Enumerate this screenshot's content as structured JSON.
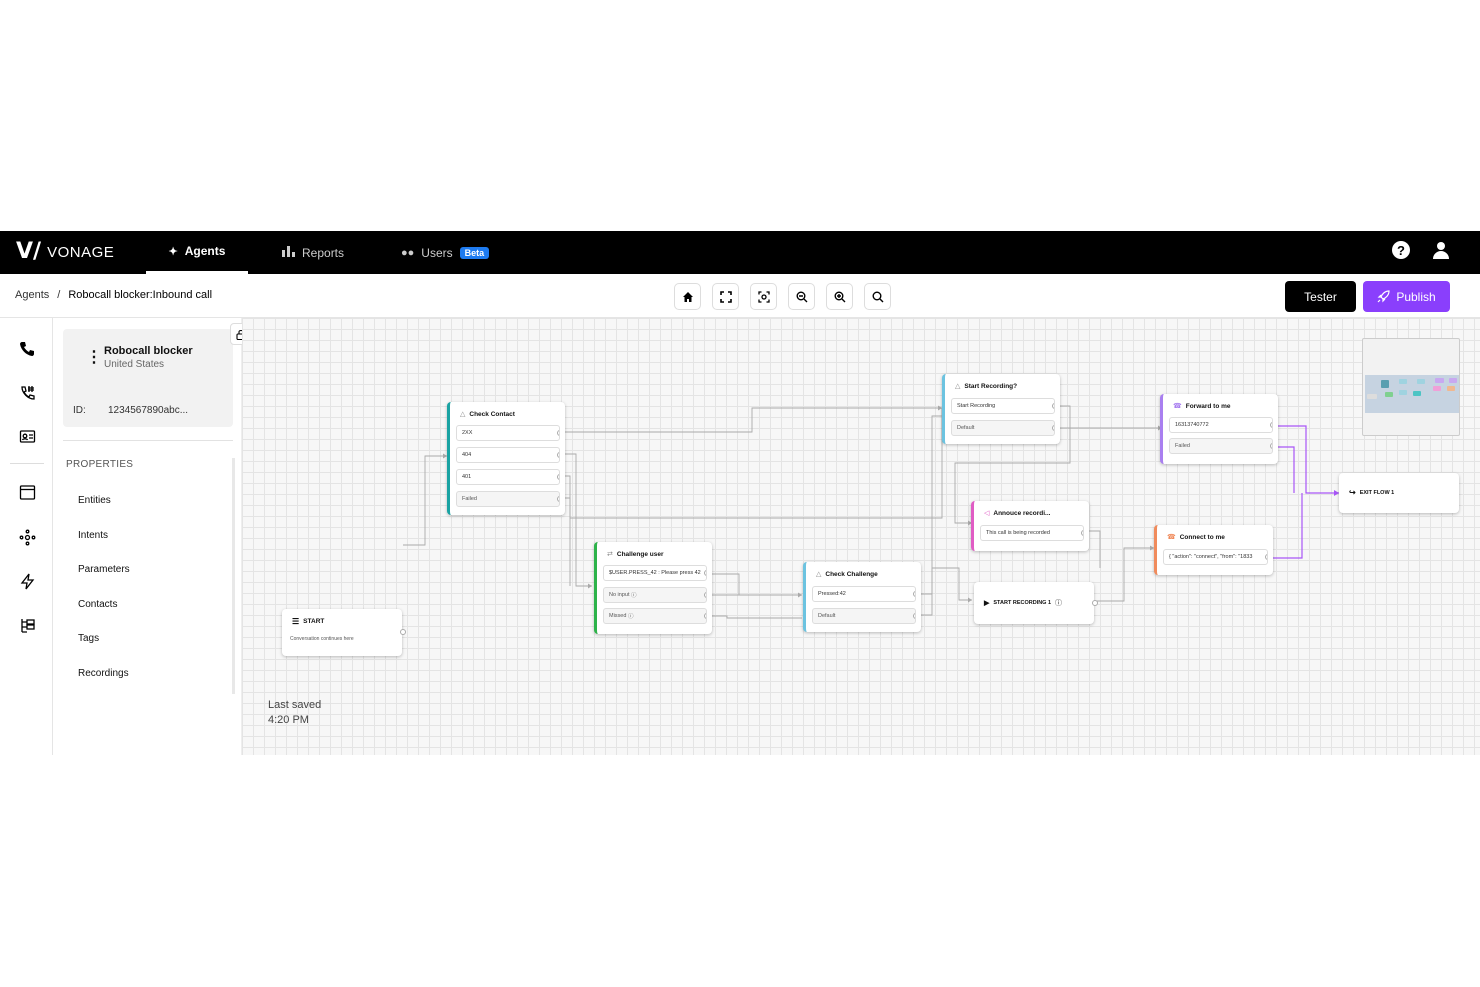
{
  "nav": {
    "brand_mark": "V/",
    "brand_name": "VONAGE",
    "tabs": [
      {
        "label": "Agents",
        "icon": "agents-icon"
      },
      {
        "label": "Reports",
        "icon": "bar-chart-icon"
      },
      {
        "label": "Users",
        "icon": "users-icon",
        "badge": "Beta"
      }
    ],
    "help_glyph": "?",
    "accent_badge": "#1e7bf0"
  },
  "breadcrumb": {
    "root": "Agents",
    "separator": "/",
    "current": "Robocall blocker:Inbound call"
  },
  "toolbar": {
    "tools": [
      "home-icon",
      "fit-screen-icon",
      "focus-icon",
      "zoom-out-icon",
      "zoom-in-icon",
      "search-icon"
    ],
    "tester_label": "Tester",
    "publish_label": "Publish",
    "publish_color": "#8a3ffc"
  },
  "rail": {
    "icons": [
      "phone-call-icon",
      "phone-hash-icon",
      "contact-card-icon",
      "window-icon",
      "flow-nodes-icon",
      "lightning-icon",
      "tree-list-icon"
    ]
  },
  "agent": {
    "name": "Robocall blocker",
    "country": "United States",
    "id_label": "ID:",
    "id_value": "1234567890abc..."
  },
  "properties": {
    "title": "PROPERTIES",
    "items": [
      "Entities",
      "Intents",
      "Parameters",
      "Contacts",
      "Tags",
      "Recordings"
    ]
  },
  "canvas": {
    "last_saved_label": "Last saved",
    "last_saved_time": "4:20 PM"
  },
  "nodes": {
    "start": {
      "title": "START",
      "subtitle": "Conversation continues here"
    },
    "check_contact": {
      "title": "Check Contact",
      "ports": [
        "2XX",
        "404",
        "401",
        "Failed"
      ],
      "color": "#1aa3a3"
    },
    "challenge_user": {
      "title": "Challenge user",
      "ports": [
        "$USER.PRESS_42 : Please press 42",
        "No input",
        "Missed"
      ],
      "color": "#2db34a"
    },
    "check_challenge": {
      "title": "Check Challenge",
      "ports": [
        "Pressed:42",
        "Default"
      ],
      "color": "#6cc3e0"
    },
    "start_recording_q": {
      "title": "Start Recording?",
      "ports": [
        "Start Recording",
        "Default"
      ],
      "color": "#6cc3e0"
    },
    "announce": {
      "title": "Annouce recordi...",
      "ports": [
        "This call is being recorded"
      ],
      "color": "#e05cc4"
    },
    "start_recording_1": {
      "title": "START RECORDING 1"
    },
    "forward": {
      "title": "Forward to me",
      "ports": [
        "16313740772",
        "Failed"
      ],
      "color": "#a97ff0"
    },
    "connect": {
      "title": "Connect to me",
      "ports": [
        "{ \"action\": \"connect\", \"from\": \"1833"
      ],
      "color": "#f08b5c"
    },
    "exit": {
      "title": "EXIT FLOW 1"
    }
  }
}
